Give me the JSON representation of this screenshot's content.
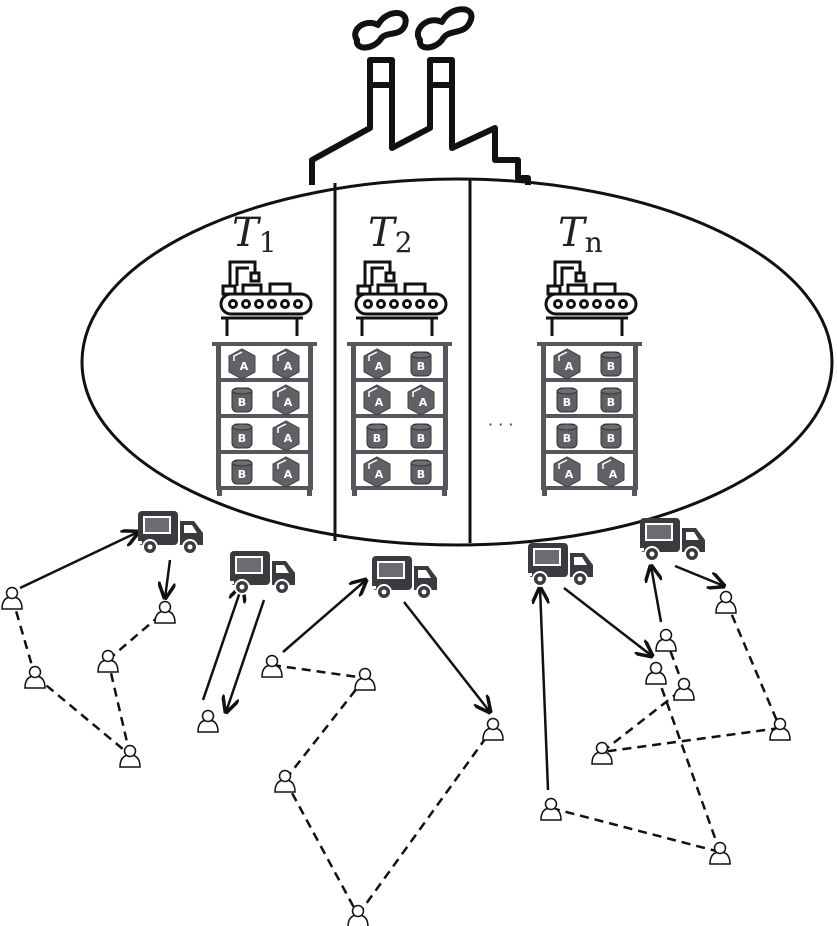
{
  "title": "Factory with production lines T1..Tn and delivery trucks serving customers",
  "lines": [
    {
      "symbol": "T",
      "subscript": "1",
      "shelves": [
        [
          "A",
          "A"
        ],
        [
          "B",
          "A"
        ],
        [
          "B",
          "A"
        ],
        [
          "B",
          "A"
        ]
      ]
    },
    {
      "symbol": "T",
      "subscript": "2",
      "shelves": [
        [
          "A",
          "B"
        ],
        [
          "A",
          "A"
        ],
        [
          "B",
          "B"
        ],
        [
          "A",
          "B"
        ]
      ]
    },
    {
      "symbol": "T",
      "subscript": "n",
      "shelves": [
        [
          "A",
          "B"
        ],
        [
          "B",
          "B"
        ],
        [
          "B",
          "B"
        ],
        [
          "A",
          "A"
        ]
      ]
    }
  ],
  "ellipsis": "· · ·",
  "colors": {
    "ink": "#111111",
    "shelf": "#55575c",
    "item": "#5f6166",
    "truck": "#3a3b3f"
  }
}
